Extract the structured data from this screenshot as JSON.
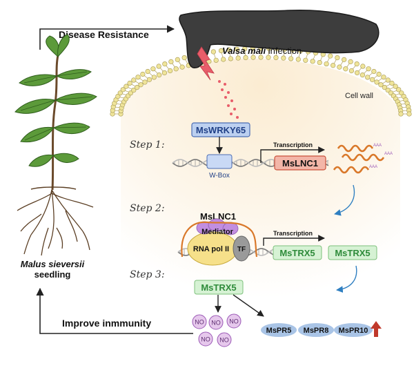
{
  "labels": {
    "disease_resistance": "Disease Resistance",
    "valsa_italic": "Valsa mali",
    "valsa_suffix": " infection",
    "cell_wall": "Cell wall",
    "step1": "Step 1:",
    "step2": "Step 2:",
    "step3": "Step 3:",
    "wrky": "MsWRKY65",
    "wbox": "W-Box",
    "transcription1": "Transcription",
    "lnc1_box": "MsLNC1",
    "lnc1_top": "MsLNC1",
    "mediator": "Mediator",
    "rnapol": "RNA pol II",
    "tf": "TF",
    "transcription2": "Transcription",
    "trx5_a": "MsTRX5",
    "trx5_b": "MsTRX5",
    "trx5_c": "MsTRX5",
    "no": "NO",
    "pr5": "MsPR5",
    "pr8": "MsPR8",
    "pr10": "MsPR10",
    "improve": "Improve inmmunity",
    "seedling_species": "Malus sieversii",
    "seedling_word": "seedling",
    "aaa": "AAA"
  },
  "colors": {
    "wrky_fill": "#bcd0f0",
    "wrky_stroke": "#4a6cb3",
    "lnc_fill": "#f3b6a8",
    "lnc_stroke": "#c9503a",
    "trx_fill": "#d6f2d4",
    "trx_text": "#2e8b3a",
    "pr_fill": "#a9c4e6",
    "no_fill": "#e6c8ec",
    "no_stroke": "#9b59b6",
    "mediator": "#c28ee0",
    "rnapol": "#f6e08a",
    "tf": "#9a9a9a",
    "rna_strand": "#d9782a",
    "arrow_blue": "#2f7fc1",
    "up_arrow": "#c0392b",
    "pathogen": "#3a3a3a",
    "lightning": "#e85d6a",
    "membrane_head": "#efe49a",
    "cell_bg": "#fbf3e4"
  }
}
